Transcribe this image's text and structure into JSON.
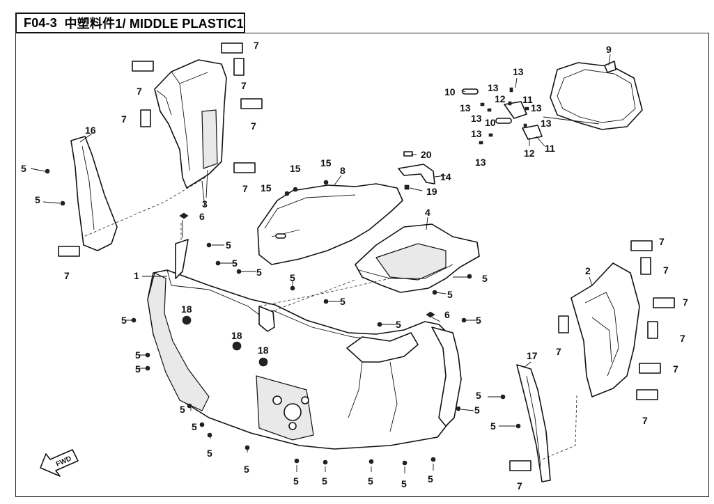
{
  "title": {
    "code": "F04-3",
    "name": "中塑料件1/ MIDDLE PLASTIC1"
  },
  "callouts": {
    "n1": "1",
    "n2": "2",
    "n3": "3",
    "n4": "4",
    "n5": "5",
    "n6": "6",
    "n7": "7",
    "n8": "8",
    "n9": "9",
    "n10": "10",
    "n11": "11",
    "n12": "12",
    "n13": "13",
    "n14": "14",
    "n15": "15",
    "n16": "16",
    "n17": "17",
    "n18": "18",
    "n19": "19",
    "n20": "20"
  },
  "fwd_arrow": {
    "label": "FWD",
    "icon": "fwd-arrow-icon"
  }
}
